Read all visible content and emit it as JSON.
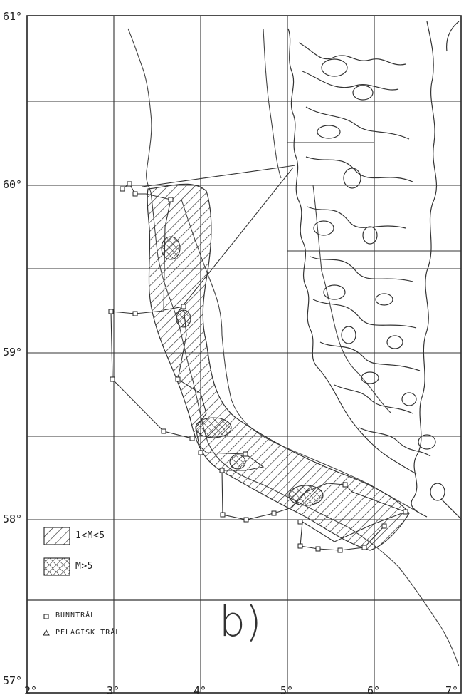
{
  "lat_labels": [
    "61°",
    "60°",
    "59°",
    "58°",
    "57°"
  ],
  "lon_labels": [
    "2°",
    "3°",
    "4°",
    "5°",
    "6°",
    "7°"
  ],
  "legend": {
    "low": "1<M<5",
    "high": "M>5"
  },
  "key": {
    "bottom": "BUNNTRÅL",
    "pelagic": "PELAGISK TRÅL"
  },
  "panel_label": "b)",
  "colors": {
    "ink": "#222222",
    "paper": "#ffffff"
  }
}
